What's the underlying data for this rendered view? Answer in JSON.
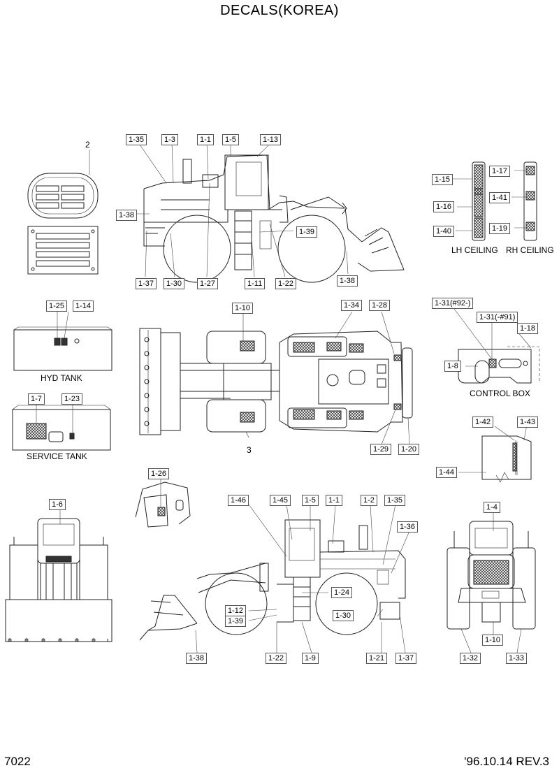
{
  "title": "DECALS(KOREA)",
  "page_number": "7022",
  "revision": "'96.10.14 REV.3",
  "captions": {
    "plate_ref": "2",
    "top_view_ref": "3",
    "lh_ceiling": "LH CEILING",
    "rh_ceiling": "RH CEILING",
    "hyd_tank": "HYD TANK",
    "service_tank": "SERVICE TANK",
    "control_box": "CONTROL BOX"
  },
  "callouts": {
    "side_top": [
      "1-35",
      "1-3",
      "1-1",
      "1-5",
      "1-13",
      "1-38",
      "1-39",
      "1-37",
      "1-30",
      "1-27",
      "1-11",
      "1-22",
      "1-38"
    ],
    "ceiling": [
      "1-15",
      "1-16",
      "1-40",
      "1-17",
      "1-41",
      "1-19"
    ],
    "hyd_tank": [
      "1-25",
      "1-14"
    ],
    "service_tank": [
      "1-7",
      "1-23"
    ],
    "top_view": [
      "1-10",
      "1-34",
      "1-28",
      "1-29",
      "1-20"
    ],
    "control_box": [
      "1-31(#92-)",
      "1-31(-#91)",
      "1-18",
      "1-8"
    ],
    "edge_detail": [
      "1-42",
      "1-43",
      "1-44"
    ],
    "cab_detail": [
      "1-26"
    ],
    "front": [
      "1-6"
    ],
    "side_bottom": [
      "1-46",
      "1-45",
      "1-5",
      "1-1",
      "1-2",
      "1-35",
      "1-36",
      "1-24",
      "1-12",
      "1-39",
      "1-30",
      "1-38",
      "1-22",
      "1-9",
      "1-21",
      "1-37"
    ],
    "rear": [
      "1-4",
      "1-10",
      "1-32",
      "1-33"
    ]
  }
}
